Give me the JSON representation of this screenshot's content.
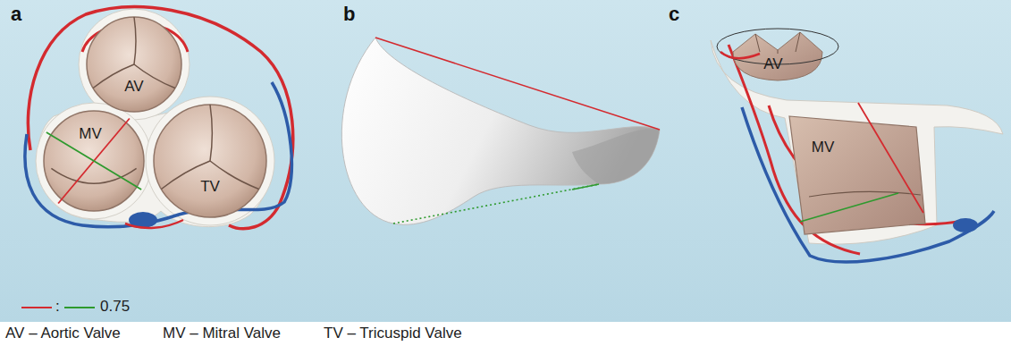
{
  "diagram": {
    "nodes": [
      {
        "text": [
          "AV"
        ]
      },
      {
        "text": [
          "MV"
        ]
      },
      {
        "text": [
          "TV"
        ]
      },
      {
        "text": [
          "AV"
        ]
      },
      {
        "text": [
          "MV"
        ]
      }
    ],
    "labels": [
      "a",
      "b",
      "c",
      ":",
      "0.75",
      "AV – Aortic Valve",
      "MV – Mitral Valve",
      "TV – Tricuspid Valve"
    ]
  }
}
